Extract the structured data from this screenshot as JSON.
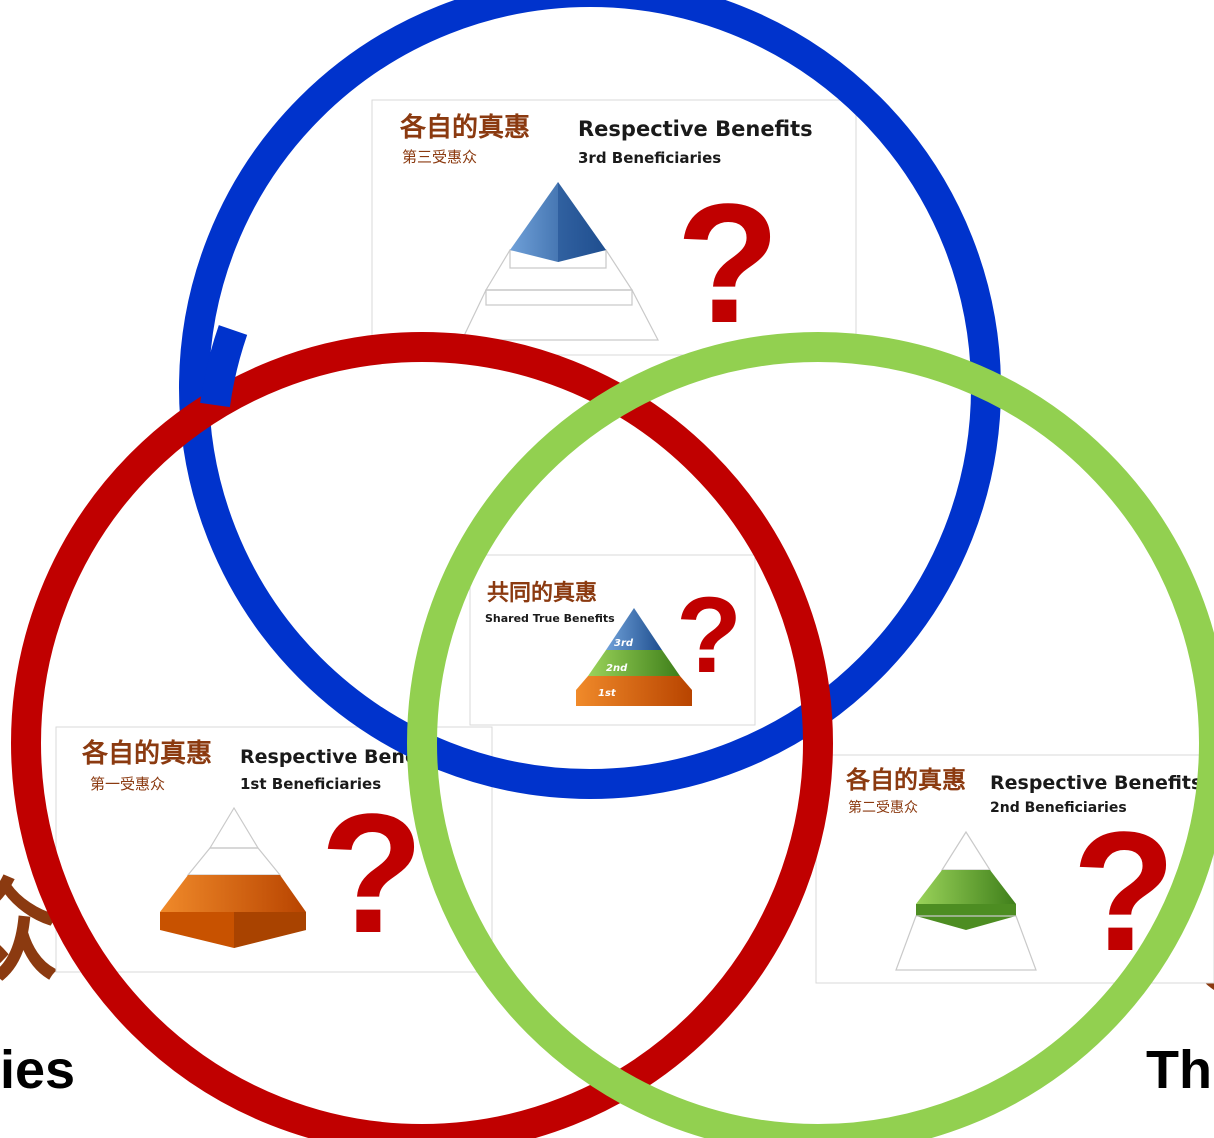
{
  "colors": {
    "blue_ring": "#0033cc",
    "red_ring": "#c00000",
    "green_ring": "#92d050",
    "chinese_text": "#8b3a10",
    "question_mark": "#c00000",
    "pyramid_blue": "#2e6bb0",
    "pyramid_green": "#5aa02c",
    "pyramid_orange": "#e06000"
  },
  "top_card": {
    "title_cn": "各自的真惠",
    "title_en": "Respective Benefits",
    "subtitle_cn": "第三受惠众",
    "subtitle_en": "3rd Beneficiaries",
    "mark": "?"
  },
  "left_card": {
    "title_cn": "各自的真惠",
    "title_en": "Respective Bene",
    "subtitle_cn": "第一受惠众",
    "subtitle_en": "1st Beneficiaries",
    "mark": "?"
  },
  "right_card": {
    "title_cn": "各自的真惠",
    "title_en": "Respective Benefits",
    "subtitle_cn": "第二受惠众",
    "subtitle_en": "2nd Beneficiaries",
    "mark": "?"
  },
  "center_card": {
    "title_cn": "共同的真惠",
    "title_en": "Shared True Benefits",
    "levels": [
      "3rd",
      "2nd",
      "1st"
    ],
    "mark": "?"
  },
  "left_edge": {
    "glyph": "众",
    "label": "ies"
  },
  "right_edge": {
    "label": "Th"
  }
}
